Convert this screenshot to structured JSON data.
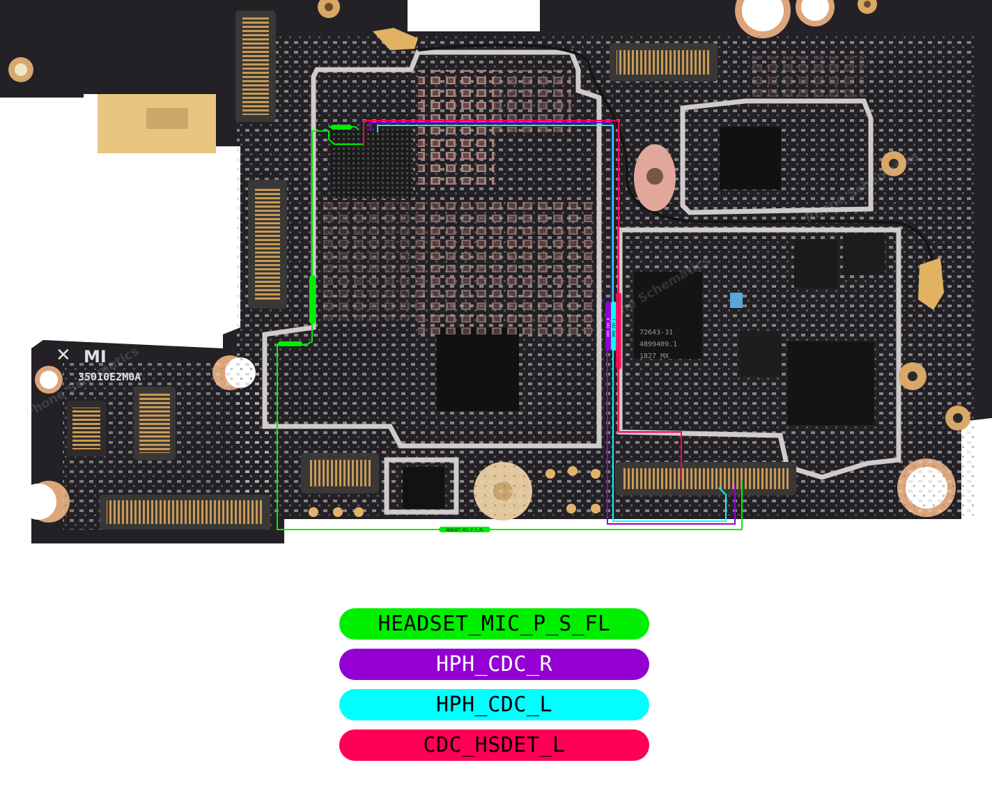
{
  "board": {
    "silkscreen_brand": "MI",
    "silkscreen_code": "35010E2M0A",
    "chip_marking": [
      "72643-31",
      "4899409.1",
      "1827  MX"
    ],
    "trace_label": "HEADSET_MIC_P_S_FL",
    "vertical_labels": [
      "HPH_CDC_R",
      "HPH_CDC_L"
    ],
    "watermark": "Phone Schematics"
  },
  "legend": [
    {
      "label": "HEADSET_MIC_P_S_FL",
      "color": "#00ee00",
      "text_color": "#000000"
    },
    {
      "label": "HPH_CDC_R",
      "color": "#9400d3",
      "text_color": "#ffffff"
    },
    {
      "label": "HPH_CDC_L",
      "color": "#00ffff",
      "text_color": "#000000"
    },
    {
      "label": "CDC_HSDET_L",
      "color": "#ff0055",
      "text_color": "#000000"
    }
  ],
  "colors": {
    "pcb": "#232126",
    "shield": "#c9c6c4",
    "gold": "#d9a766",
    "copper": "#d69a74"
  }
}
